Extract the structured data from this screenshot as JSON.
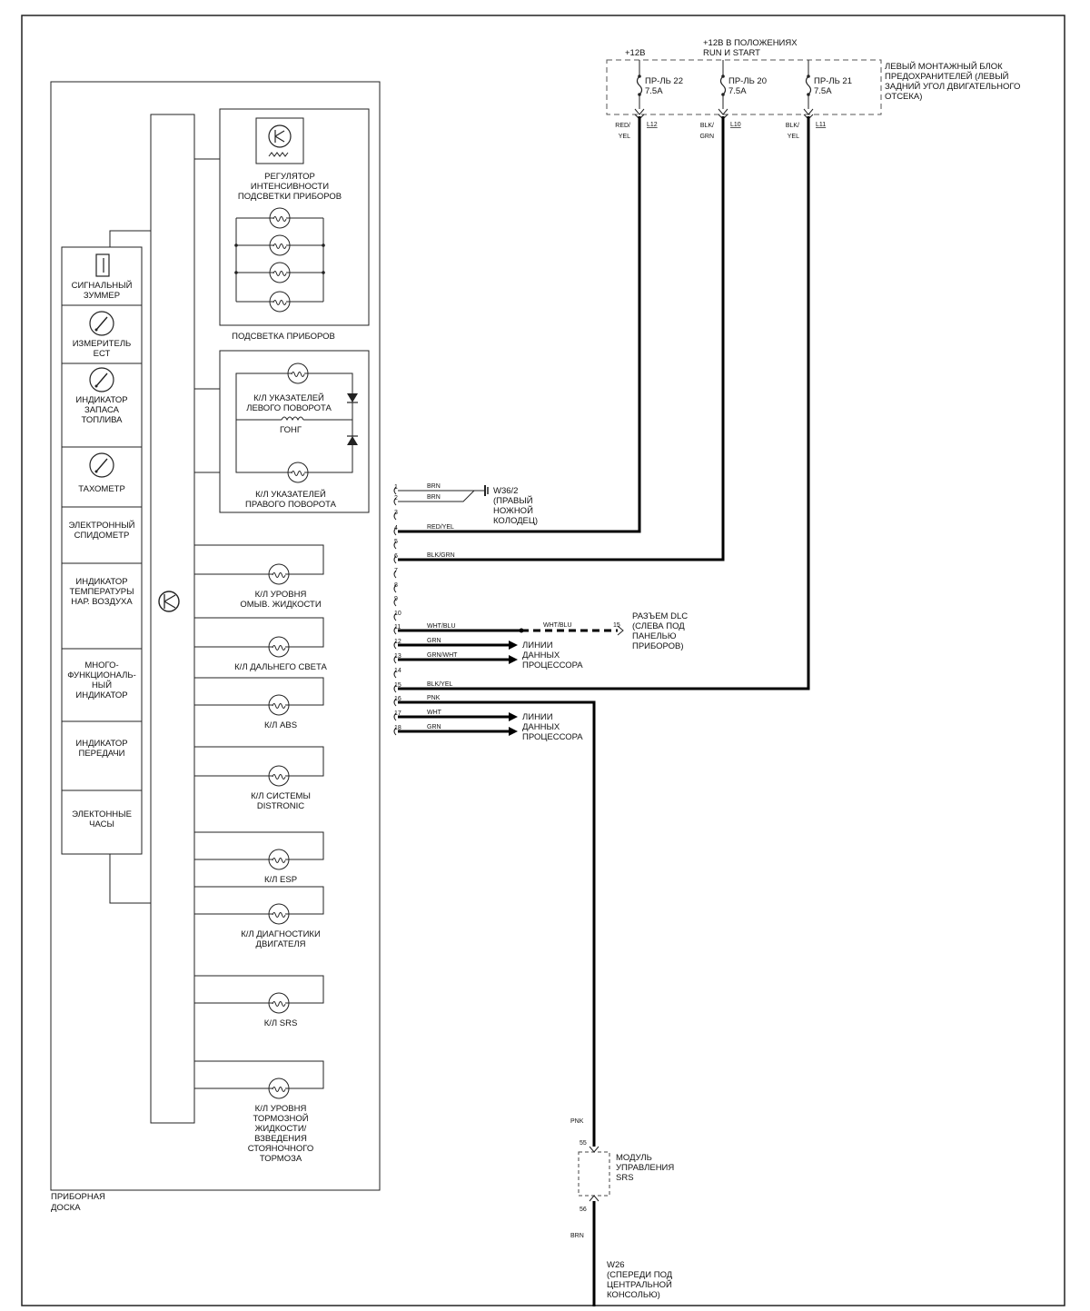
{
  "fuse_block": {
    "supply_plus12": "+12В",
    "run_start_1": "+12В В ПОЛОЖЕНИЯХ",
    "run_start_2": "RUN И START",
    "label_1": "ЛЕВЫЙ МОНТАЖНЫЙ БЛОК",
    "label_2": "ПРЕДОХРАНИТЕЛЕЙ (ЛЕВЫЙ",
    "label_3": "ЗАДНИЙ УГОЛ ДВИГАТЕЛЬНОГО",
    "label_4": "ОТСЕКА)",
    "fuses": [
      {
        "name": "ПР-ЛЬ 22",
        "rating": "7.5A",
        "wire_1": "RED/",
        "wire_2": "YEL",
        "pin": "L12"
      },
      {
        "name": "ПР-ЛЬ 20",
        "rating": "7.5A",
        "wire_1": "BLK/",
        "wire_2": "GRN",
        "pin": "L10"
      },
      {
        "name": "ПР-ЛЬ 21",
        "rating": "7.5A",
        "wire_1": "BLK/",
        "wire_2": "YEL",
        "pin": "L11"
      }
    ]
  },
  "cluster": {
    "label_1": "ПРИБОРНАЯ",
    "label_2": "ДОСКА",
    "gauges": [
      {
        "lines": [
          "СИГНАЛЬНЫЙ",
          "ЗУММЕР"
        ],
        "icon": "buzzer-icon"
      },
      {
        "lines": [
          "ИЗМЕРИТЕЛЬ",
          "ЕСТ"
        ],
        "icon": "gauge-icon"
      },
      {
        "lines": [
          "ИНДИКАТОР",
          "ЗАПАСА",
          "ТОПЛИВА"
        ],
        "icon": "gauge-icon"
      },
      {
        "lines": [
          "ТАХОМЕТР"
        ],
        "icon": "gauge-icon"
      },
      {
        "lines": [
          "ЭЛЕКТРОННЫЙ",
          "СПИДОМЕТР"
        ],
        "icon": ""
      },
      {
        "lines": [
          "ИНДИКАТОР",
          "ТЕМПЕРАТУРЫ",
          "НАР. ВОЗДУХА"
        ],
        "icon": ""
      },
      {
        "lines": [
          "МНОГО-",
          "ФУНКЦИОНАЛЬ-",
          "НЫЙ",
          "ИНДИКАТОР"
        ],
        "icon": ""
      },
      {
        "lines": [
          "ИНДИКАТОР",
          "ПЕРЕДАЧИ"
        ],
        "icon": ""
      },
      {
        "lines": [
          "ЭЛЕКТОННЫЕ",
          "ЧАСЫ"
        ],
        "icon": ""
      }
    ],
    "dimmer_1": "РЕГУЛЯТОР",
    "dimmer_2": "ИНТЕНСИВНОСТИ",
    "dimmer_3": "ПОДСВЕТКИ ПРИБОРОВ",
    "illumination": "ПОДСВЕТКА ПРИБОРОВ",
    "turn_left_1": "К/Л УКАЗАТЕЛЕЙ",
    "turn_left_2": "ЛЕВОГО ПОВОРОТА",
    "chime": "ГОНГ",
    "turn_right_1": "К/Л УКАЗАТЕЛЕЙ",
    "turn_right_2": "ПРАВОГО ПОВОРОТА",
    "indicators": [
      {
        "lines": [
          "К/Л УРОВНЯ",
          "ОМЫВ. ЖИДКОСТИ"
        ]
      },
      {
        "lines": [
          "К/Л ДАЛЬНЕГО СВЕТА"
        ]
      },
      {
        "lines": [
          "К/Л ABS"
        ]
      },
      {
        "lines": [
          "К/Л СИСТЕМЫ",
          "DISTRONIC"
        ]
      },
      {
        "lines": [
          "К/Л ESP"
        ]
      },
      {
        "lines": [
          "К/Л ДИАГНОСТИКИ",
          "ДВИГАТЕЛЯ"
        ]
      },
      {
        "lines": [
          "К/Л SRS"
        ]
      },
      {
        "lines": [
          "К/Л УРОВНЯ",
          "ТОРМОЗНОЙ",
          "ЖИДКОСТИ/",
          "ВЗВЕДЕНИЯ",
          "СТОЯНОЧНОГО",
          "ТОРМОЗА"
        ]
      }
    ]
  },
  "pins": [
    {
      "num": "1",
      "wire": "BRN"
    },
    {
      "num": "2",
      "wire": "BRN"
    },
    {
      "num": "3",
      "wire": ""
    },
    {
      "num": "4",
      "wire": "RED/YEL"
    },
    {
      "num": "5",
      "wire": ""
    },
    {
      "num": "6",
      "wire": "BLK/GRN"
    },
    {
      "num": "7",
      "wire": ""
    },
    {
      "num": "8",
      "wire": ""
    },
    {
      "num": "9",
      "wire": ""
    },
    {
      "num": "10",
      "wire": ""
    },
    {
      "num": "11",
      "wire": "WHT/BLU"
    },
    {
      "num": "12",
      "wire": "GRN"
    },
    {
      "num": "13",
      "wire": "GRN/WHT"
    },
    {
      "num": "14",
      "wire": ""
    },
    {
      "num": "15",
      "wire": "BLK/YEL"
    },
    {
      "num": "16",
      "wire": "PNK"
    },
    {
      "num": "17",
      "wire": "WHT"
    },
    {
      "num": "18",
      "wire": "GRN"
    }
  ],
  "ground_w36": {
    "name": "W36/2",
    "d1": "(ПРАВЫЙ",
    "d2": "НОЖНОЙ",
    "d3": "КОЛОДЕЦ)"
  },
  "dlc": {
    "wire": "WHT/BLU",
    "pin": "15",
    "l1": "РАЗЪЕМ DLC",
    "l2": "(СЛЕВА ПОД",
    "l3": "ПАНЕЛЬЮ",
    "l4": "ПРИБОРОВ)"
  },
  "data_lines_1": {
    "l1": "ЛИНИИ",
    "l2": "ДАННЫХ",
    "l3": "ПРОЦЕССОРА"
  },
  "data_lines_2": {
    "l1": "ЛИНИИ",
    "l2": "ДАННЫХ",
    "l3": "ПРОЦЕССОРА"
  },
  "srs": {
    "wire_in": "PNK",
    "pin_in": "55",
    "l1": "МОДУЛЬ",
    "l2": "УПРАВЛЕНИЯ",
    "l3": "SRS",
    "pin_out": "56",
    "wire_out": "BRN"
  },
  "ground_w26": {
    "name": "W26",
    "d1": "(СПЕРЕДИ ПОД",
    "d2": "ЦЕНТРАЛЬНОЙ",
    "d3": "КОНСОЛЬЮ)"
  }
}
